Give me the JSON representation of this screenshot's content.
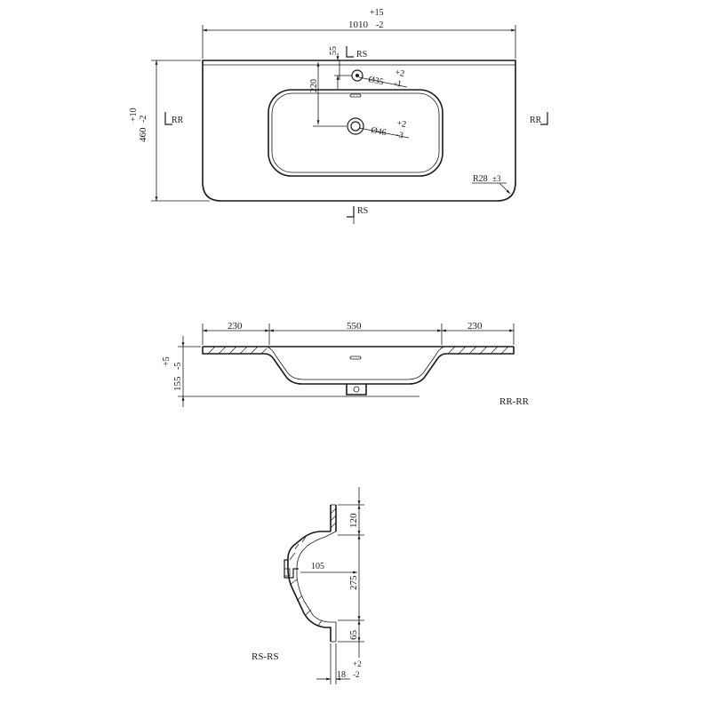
{
  "top_view": {
    "width_nominal": "1010",
    "width_tol_plus": "+15",
    "width_tol_minus": "-2",
    "depth_nominal": "460",
    "depth_tol_plus": "+10",
    "depth_tol_minus": "-2",
    "tap_offset": "55",
    "drain_offset": "220",
    "tap_hole_dia": "Ø35",
    "tap_hole_tol_plus": "+2",
    "tap_hole_tol_minus": "-1",
    "drain_dia": "Ø46",
    "drain_tol_plus": "+2",
    "drain_tol_minus": "-3",
    "corner_radius": "R28",
    "corner_radius_tol": "±3",
    "section_rr": "RR",
    "section_rs": "RS"
  },
  "front_section": {
    "left_deck": "230",
    "basin_width": "550",
    "right_deck": "230",
    "height_nominal": "155",
    "height_tol_plus": "+5",
    "height_tol_minus": "-5",
    "label": "RR-RR"
  },
  "side_section": {
    "dim_top": "120",
    "dim_middle": "275",
    "dim_bottom": "65",
    "drain_depth": "105",
    "thickness_nominal": "18",
    "thickness_tol_plus": "+2",
    "thickness_tol_minus": "-2",
    "label": "RS-RS"
  }
}
